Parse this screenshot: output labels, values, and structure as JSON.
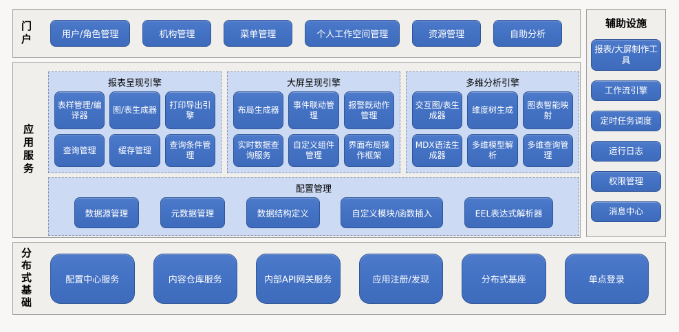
{
  "colors": {
    "button_fill": "#4472c4",
    "button_border": "#2f5597",
    "group_fill": "#ccdaf3",
    "group_dashed_border": "#8793ad",
    "section_fill": "#f0efec",
    "section_border": "#a0a0a0",
    "button_text": "#ffffff",
    "label_text": "#000000"
  },
  "portal": {
    "label": "门户",
    "buttons": [
      "用户/角色管理",
      "机构管理",
      "菜单管理",
      "个人工作空间管理",
      "资源管理",
      "自助分析"
    ]
  },
  "app_services": {
    "label": "应用服务",
    "engines": [
      {
        "title": "报表呈现引擎",
        "buttons": [
          "表样管理/编译器",
          "图/表生成器",
          "打印导出引擎",
          "查询管理",
          "缓存管理",
          "查询条件管理"
        ]
      },
      {
        "title": "大屏呈现引擎",
        "buttons": [
          "布局生成器",
          "事件联动管理",
          "报警既动作管理",
          "实时数据查询服务",
          "自定义组件管理",
          "界面布局操作框架"
        ]
      },
      {
        "title": "多维分析引擎",
        "buttons": [
          "交互图/表生成器",
          "维度树生成",
          "图表智能映射",
          "MDX语法生成器",
          "多维模型解析",
          "多维查询管理"
        ]
      }
    ],
    "config": {
      "title": "配置管理",
      "buttons": [
        "数据源管理",
        "元数据管理",
        "数据结构定义",
        "自定义模块/函数插入",
        "EEL表达式解析器"
      ]
    }
  },
  "aux": {
    "title": "辅助设施",
    "buttons": [
      "报表/大屏制作工具",
      "工作流引擎",
      "定时任务调度",
      "运行日志",
      "权限管理",
      "消息中心"
    ]
  },
  "foundation": {
    "label": "分布式基础",
    "buttons": [
      "配置中心服务",
      "内容仓库服务",
      "内部API网关服务",
      "应用注册/发现",
      "分布式基座",
      "单点登录"
    ]
  }
}
